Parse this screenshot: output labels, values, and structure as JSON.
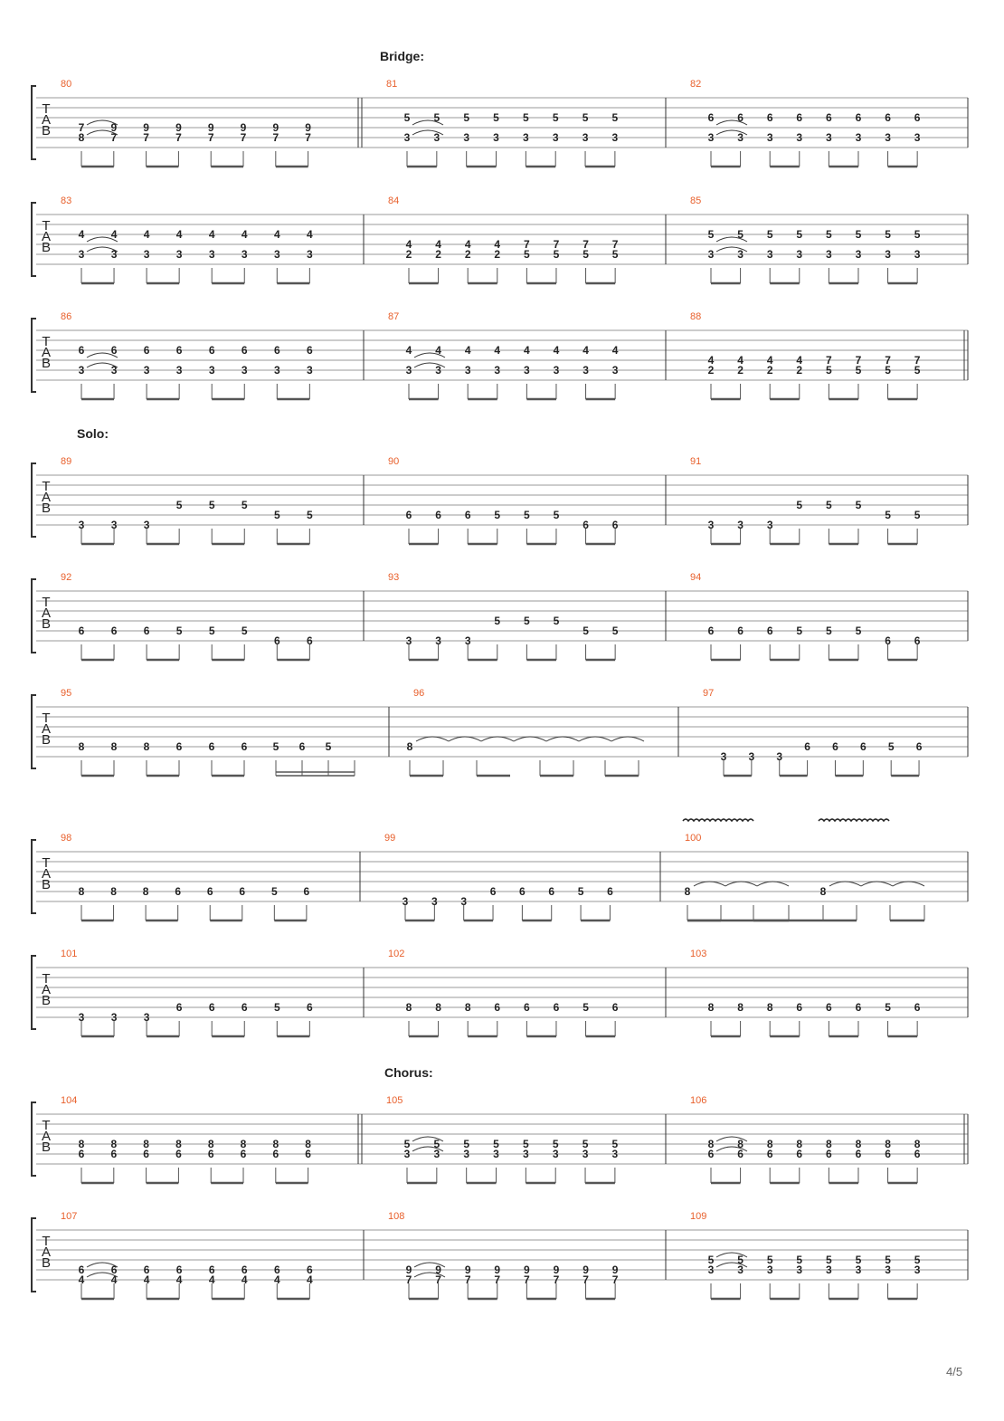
{
  "page_number": "4/5",
  "tab_clef": [
    "T",
    "A",
    "B"
  ],
  "systems": [
    {
      "section": "Bridge:",
      "bars": [
        {
          "num": "80",
          "notes": [
            [
              7,
              8
            ],
            [
              9,
              7
            ],
            [
              9,
              7
            ],
            [
              9,
              7
            ],
            [
              9,
              7
            ],
            [
              9,
              7
            ],
            [
              9,
              7
            ],
            [
              9,
              7
            ]
          ],
          "ties": [
            0
          ],
          "vibrato": false
        },
        {
          "num": "81",
          "notes": [
            [
              5,
              3
            ],
            [
              5,
              3
            ],
            [
              5,
              3
            ],
            [
              5,
              3
            ],
            [
              5,
              3
            ],
            [
              5,
              3
            ],
            [
              5,
              3
            ],
            [
              5,
              3
            ]
          ],
          "ties": [
            0
          ],
          "slur_cross": true
        },
        {
          "num": "82",
          "notes": [
            [
              6,
              3
            ],
            [
              6,
              3
            ],
            [
              6,
              3
            ],
            [
              6,
              3
            ],
            [
              6,
              3
            ],
            [
              6,
              3
            ],
            [
              6,
              3
            ],
            [
              6,
              3
            ]
          ],
          "ties": [
            0
          ],
          "slur_cross": true
        }
      ],
      "start_repeat": false,
      "double_bar_after": [
        0
      ]
    },
    {
      "section": "",
      "bars": [
        {
          "num": "83",
          "notes": [
            [
              4,
              3
            ],
            [
              4,
              3
            ],
            [
              4,
              3
            ],
            [
              4,
              3
            ],
            [
              4,
              3
            ],
            [
              4,
              3
            ],
            [
              4,
              3
            ],
            [
              4,
              3
            ]
          ],
          "ties": [
            0
          ]
        },
        {
          "num": "84",
          "notes": [
            [
              4,
              2
            ],
            [
              4,
              2
            ],
            [
              4,
              2
            ],
            [
              4,
              2
            ],
            [
              7,
              5
            ],
            [
              7,
              5
            ],
            [
              7,
              5
            ],
            [
              7,
              5
            ]
          ],
          "ties": []
        },
        {
          "num": "85",
          "notes": [
            [
              5,
              3
            ],
            [
              5,
              3
            ],
            [
              5,
              3
            ],
            [
              5,
              3
            ],
            [
              5,
              3
            ],
            [
              5,
              3
            ],
            [
              5,
              3
            ],
            [
              5,
              3
            ]
          ],
          "ties": [
            0
          ],
          "slur_cross": true
        }
      ]
    },
    {
      "section": "",
      "bars": [
        {
          "num": "86",
          "notes": [
            [
              6,
              3
            ],
            [
              6,
              3
            ],
            [
              6,
              3
            ],
            [
              6,
              3
            ],
            [
              6,
              3
            ],
            [
              6,
              3
            ],
            [
              6,
              3
            ],
            [
              6,
              3
            ]
          ],
          "ties": [
            0
          ],
          "slur_cross": true
        },
        {
          "num": "87",
          "notes": [
            [
              4,
              3
            ],
            [
              4,
              3
            ],
            [
              4,
              3
            ],
            [
              4,
              3
            ],
            [
              4,
              3
            ],
            [
              4,
              3
            ],
            [
              4,
              3
            ],
            [
              4,
              3
            ]
          ],
          "ties": [
            0
          ]
        },
        {
          "num": "88",
          "notes": [
            [
              4,
              2
            ],
            [
              4,
              2
            ],
            [
              4,
              2
            ],
            [
              4,
              2
            ],
            [
              7,
              5
            ],
            [
              7,
              5
            ],
            [
              7,
              5
            ],
            [
              7,
              5
            ]
          ],
          "ties": []
        }
      ],
      "end_double": true
    },
    {
      "section": "Solo:",
      "bars": [
        {
          "num": "89",
          "single": [
            [
              3,
              6
            ],
            [
              3,
              6
            ],
            [
              3,
              6
            ],
            [
              5,
              4
            ],
            [
              5,
              4
            ],
            [
              5,
              4
            ],
            [
              5,
              5
            ],
            [
              5,
              5
            ]
          ]
        },
        {
          "num": "90",
          "single": [
            [
              6,
              5
            ],
            [
              6,
              5
            ],
            [
              6,
              5
            ],
            [
              5,
              5
            ],
            [
              5,
              5
            ],
            [
              5,
              5
            ],
            [
              6,
              6
            ],
            [
              6,
              6
            ]
          ]
        },
        {
          "num": "91",
          "single": [
            [
              3,
              6
            ],
            [
              3,
              6
            ],
            [
              3,
              6
            ],
            [
              5,
              4
            ],
            [
              5,
              4
            ],
            [
              5,
              4
            ],
            [
              5,
              5
            ],
            [
              5,
              5
            ]
          ]
        }
      ]
    },
    {
      "section": "",
      "bars": [
        {
          "num": "92",
          "single": [
            [
              6,
              5
            ],
            [
              6,
              5
            ],
            [
              6,
              5
            ],
            [
              5,
              5
            ],
            [
              5,
              5
            ],
            [
              5,
              5
            ],
            [
              6,
              6
            ],
            [
              6,
              6
            ]
          ]
        },
        {
          "num": "93",
          "single": [
            [
              3,
              6
            ],
            [
              3,
              6
            ],
            [
              3,
              6
            ],
            [
              5,
              4
            ],
            [
              5,
              4
            ],
            [
              5,
              4
            ],
            [
              5,
              5
            ],
            [
              5,
              5
            ]
          ]
        },
        {
          "num": "94",
          "single": [
            [
              6,
              5
            ],
            [
              6,
              5
            ],
            [
              6,
              5
            ],
            [
              5,
              5
            ],
            [
              5,
              5
            ],
            [
              5,
              5
            ],
            [
              6,
              6
            ],
            [
              6,
              6
            ]
          ]
        }
      ]
    },
    {
      "section": "",
      "bars": [
        {
          "num": "95",
          "single": [
            [
              8,
              5
            ],
            [
              8,
              5
            ],
            [
              8,
              5
            ],
            [
              6,
              5
            ],
            [
              6,
              5
            ],
            [
              6,
              5
            ],
            [
              5,
              5
            ],
            [
              6,
              5
            ],
            [
              5,
              5
            ]
          ]
        },
        {
          "num": "96",
          "single": [
            [
              8,
              5
            ]
          ]
        },
        {
          "num": "97",
          "single": [
            [
              3,
              6
            ],
            [
              3,
              6
            ],
            [
              3,
              6
            ],
            [
              6,
              5
            ],
            [
              6,
              5
            ],
            [
              6,
              5
            ],
            [
              5,
              5
            ],
            [
              6,
              5
            ]
          ]
        }
      ]
    },
    {
      "section": "",
      "bars": [
        {
          "num": "98",
          "single": [
            [
              8,
              5
            ],
            [
              8,
              5
            ],
            [
              8,
              5
            ],
            [
              6,
              5
            ],
            [
              6,
              5
            ],
            [
              6,
              5
            ],
            [
              5,
              5
            ],
            [
              6,
              5
            ]
          ]
        },
        {
          "num": "99",
          "single": [
            [
              3,
              6
            ],
            [
              3,
              6
            ],
            [
              3,
              6
            ],
            [
              6,
              5
            ],
            [
              6,
              5
            ],
            [
              6,
              5
            ],
            [
              5,
              5
            ],
            [
              6,
              5
            ]
          ]
        },
        {
          "num": "100",
          "single": [
            [
              8,
              5
            ],
            [
              8,
              5
            ]
          ]
        }
      ]
    },
    {
      "section": "",
      "bars": [
        {
          "num": "101",
          "single": [
            [
              3,
              6
            ],
            [
              3,
              6
            ],
            [
              3,
              6
            ],
            [
              6,
              5
            ],
            [
              6,
              5
            ],
            [
              6,
              5
            ],
            [
              5,
              5
            ],
            [
              6,
              5
            ]
          ]
        },
        {
          "num": "102",
          "single": [
            [
              8,
              5
            ],
            [
              8,
              5
            ],
            [
              8,
              5
            ],
            [
              6,
              5
            ],
            [
              6,
              5
            ],
            [
              6,
              5
            ],
            [
              5,
              5
            ],
            [
              6,
              5
            ]
          ]
        },
        {
          "num": "103",
          "single": [
            [
              8,
              5
            ],
            [
              8,
              5
            ],
            [
              8,
              5
            ],
            [
              6,
              5
            ],
            [
              6,
              5
            ],
            [
              6,
              5
            ],
            [
              5,
              5
            ],
            [
              6,
              5
            ]
          ]
        }
      ]
    },
    {
      "section": "Chorus:",
      "bars": [
        {
          "num": "104",
          "notes": [
            [
              8,
              6
            ],
            [
              8,
              6
            ],
            [
              8,
              6
            ],
            [
              8,
              6
            ],
            [
              8,
              6
            ],
            [
              8,
              6
            ],
            [
              8,
              6
            ],
            [
              8,
              6
            ]
          ]
        },
        {
          "num": "105",
          "notes": [
            [
              5,
              3
            ],
            [
              5,
              3
            ],
            [
              5,
              3
            ],
            [
              5,
              3
            ],
            [
              5,
              3
            ],
            [
              5,
              3
            ],
            [
              5,
              3
            ],
            [
              5,
              3
            ]
          ]
        },
        {
          "num": "106",
          "notes": [
            [
              8,
              6
            ],
            [
              8,
              6
            ],
            [
              8,
              6
            ],
            [
              8,
              6
            ],
            [
              8,
              6
            ],
            [
              8,
              6
            ],
            [
              8,
              6
            ],
            [
              8,
              6
            ]
          ]
        }
      ]
    },
    {
      "section": "",
      "bars": [
        {
          "num": "107",
          "notes": [
            [
              6,
              4
            ],
            [
              6,
              4
            ],
            [
              6,
              4
            ],
            [
              6,
              4
            ],
            [
              6,
              4
            ],
            [
              6,
              4
            ],
            [
              6,
              4
            ],
            [
              6,
              4
            ]
          ]
        },
        {
          "num": "108",
          "notes": [
            [
              9,
              7
            ],
            [
              9,
              7
            ],
            [
              9,
              7
            ],
            [
              9,
              7
            ],
            [
              9,
              7
            ],
            [
              9,
              7
            ],
            [
              9,
              7
            ],
            [
              9,
              7
            ]
          ]
        },
        {
          "num": "109",
          "notes": [
            [
              5,
              3
            ],
            [
              5,
              3
            ],
            [
              5,
              3
            ],
            [
              5,
              3
            ],
            [
              5,
              3
            ],
            [
              5,
              3
            ],
            [
              5,
              3
            ],
            [
              5,
              3
            ]
          ]
        }
      ]
    }
  ],
  "colors": {
    "bar_number": "#e8602c",
    "ink": "#222222",
    "line": "#9a9a9a"
  }
}
